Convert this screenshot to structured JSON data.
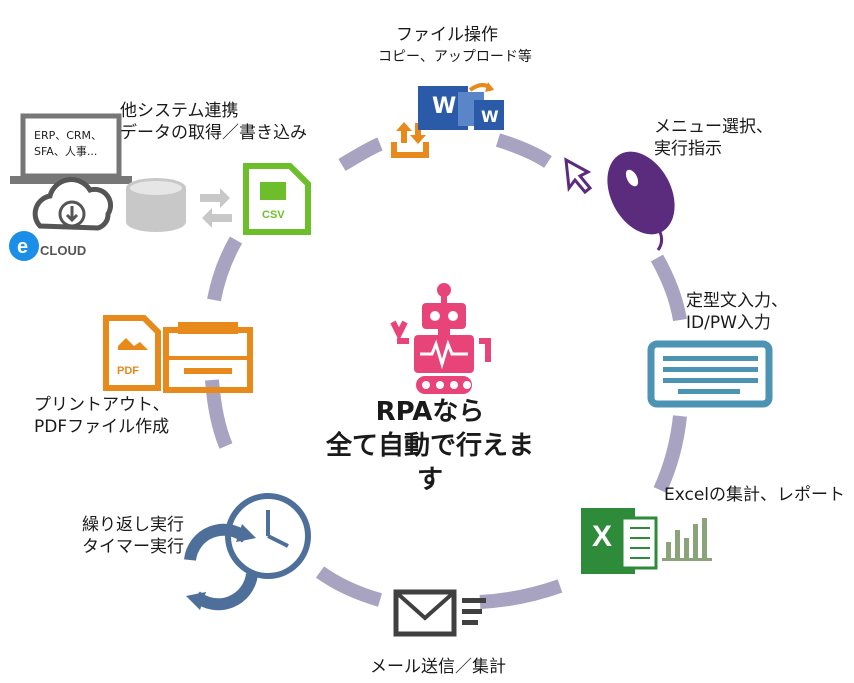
{
  "center": {
    "line1": "RPAなら",
    "line2": "全て自動で行えます"
  },
  "items": [
    {
      "id": "file-ops",
      "line1": "ファイル操作",
      "line2": "コピー、アップロード等",
      "icon": "word-files-icon"
    },
    {
      "id": "menu-select",
      "line1": "メニュー選択、",
      "line2": "実行指示",
      "icon": "mouse-icon"
    },
    {
      "id": "typing",
      "line1": "定型文入力、",
      "line2": "ID/PW入力",
      "icon": "keyboard-icon"
    },
    {
      "id": "excel",
      "line1": "Excelの集計、レポート",
      "icon": "excel-icon"
    },
    {
      "id": "mail",
      "line1": "メール送信／集計",
      "icon": "mail-icon"
    },
    {
      "id": "timer",
      "line1": "繰り返し実行",
      "line2": "タイマー実行",
      "icon": "clock-icon"
    },
    {
      "id": "print",
      "line1": "プリントアウト、",
      "line2": "PDFファイル作成",
      "icon": "printer-icon"
    },
    {
      "id": "system",
      "line1": "他システム連携",
      "line2": "データの取得／書き込み",
      "icon": "laptop-cloud-icon"
    }
  ],
  "laptop_screen": {
    "line1": "ERP、CRM、",
    "line2": "SFA、人事..."
  },
  "cloud_logo": "CLOUD",
  "csv_label": "CSV",
  "pdf_label": "PDF",
  "word_letter": "W",
  "excel_letter": "X",
  "colors": {
    "arc": "#a9a3c2",
    "robot": "#e8447a",
    "word": "#2b5aa8",
    "csv": "#6cbf2a",
    "pdf": "#e8891b",
    "mouse": "#5b2b7e",
    "keyboard": "#4d93b4",
    "excel": "#2e8b3a",
    "chart": "#8ba37a",
    "mail": "#404040",
    "clock": "#4d6f99",
    "upload": "#e8891b"
  }
}
